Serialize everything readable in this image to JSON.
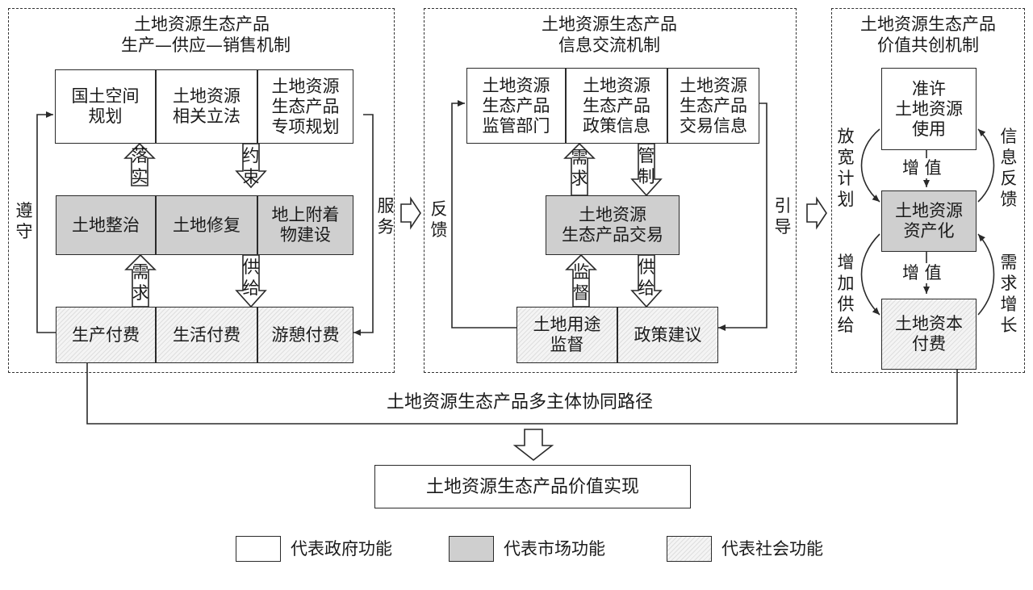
{
  "panels": {
    "left": {
      "title_line1": "土地资源生态产品",
      "title_line2": "生产—供应—销售机制"
    },
    "middle": {
      "title_line1": "土地资源生态产品",
      "title_line2": "信息交流机制"
    },
    "right": {
      "title_line1": "土地资源生态产品",
      "title_line2": "价值共创机制"
    }
  },
  "left_boxes": {
    "planning": "国土空间\n规划",
    "legislation": "土地资源\n相关立法",
    "special_plan": "土地资源\n生态产品\n专项规划",
    "consolidation": "土地整治",
    "restoration": "土地修复",
    "attachments": "地上附着\n物建设",
    "production_pay": "生产付费",
    "living_pay": "生活付费",
    "recreation_pay": "游憩付费"
  },
  "middle_boxes": {
    "regulator": "土地资源\n生态产品\n监管部门",
    "policy_info": "土地资源\n生态产品\n政策信息",
    "trade_info": "土地资源\n生态产品\n交易信息",
    "trading": "土地资源\n生态产品交易",
    "use_supervision": "土地用途\n监督",
    "policy_advice": "政策建议"
  },
  "right_boxes": {
    "permit": "准许\n土地资源\n使用",
    "capitalization": "土地资源\n资产化",
    "capital_pay": "土地资本\n付费"
  },
  "labels": {
    "implement": "落实",
    "constrain": "约束",
    "demand_left": "需求",
    "supply_left": "供给",
    "comply": "遵守",
    "serve": "服务",
    "demand_mid": "需求",
    "regulate": "管制",
    "supervise": "监督",
    "supply_mid": "供给",
    "feedback": "反馈",
    "guide": "引导",
    "relax_plan": "放宽计划",
    "info_feedback": "信息反馈",
    "increase_supply": "增加供给",
    "demand_growth": "需求增长",
    "value_add_1": "增  值",
    "value_add_2": "增  值"
  },
  "path_label": "土地资源生态产品多主体协同路径",
  "result": "土地资源生态产品价值实现",
  "legend": {
    "government": "代表政府功能",
    "market": "代表市场功能",
    "social": "代表社会功能"
  },
  "colors": {
    "market_fill": "#cfcfcf",
    "line": "#2a2a2a"
  }
}
